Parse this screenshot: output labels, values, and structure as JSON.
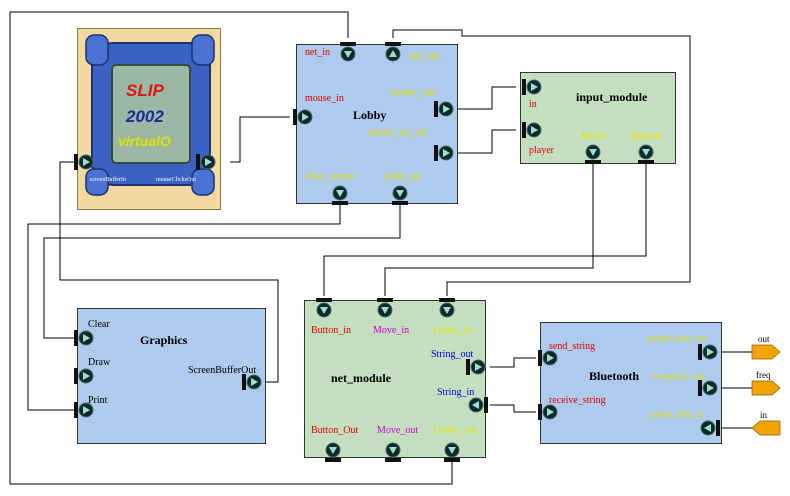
{
  "modules": {
    "device": {
      "screen_line1": "SLIP",
      "screen_line2": "2002",
      "screen_line3": "virtualO",
      "port_left": "screenBufferIn",
      "port_right": "mouseClicksOut"
    },
    "lobby": {
      "title": "Lobby",
      "ports": {
        "net_in": "net_in",
        "net_out": "net_out",
        "mouse_in": "mouse_in",
        "mouse_out": "mouse_out",
        "player_no_out": "player_no_out",
        "clear_screen": "clear_screen",
        "print_out": "print_out"
      }
    },
    "input_module": {
      "title": "input_module",
      "ports": {
        "in": "in",
        "player": "player",
        "move": "Move",
        "button": "Button"
      }
    },
    "graphics": {
      "title": "Graphics",
      "ports": {
        "clear": "Clear",
        "draw": "Draw",
        "print": "Print",
        "screen_buffer_out": "ScreenBufferOut"
      }
    },
    "net_module": {
      "title": "net_module",
      "ports": {
        "button_in": "Button_in",
        "move_in": "Move_in",
        "lobby_in": "Lobby_in",
        "string_out": "String_out",
        "string_in": "String_in",
        "button_out": "Button_Out",
        "move_out": "Move_out",
        "lobby_out": "Lobby_out"
      }
    },
    "bluetooth": {
      "title": "Bluetooth",
      "ports": {
        "send_string": "send_string",
        "receive_string": "receive_string",
        "packet_data_out": "packet_data_out",
        "frequency_out": "frequency_out",
        "packet_data_in": "packet_data_in"
      }
    }
  },
  "external_ports": {
    "out": "out",
    "freq": "freq",
    "in": "in"
  },
  "colors": {
    "module_blue": "#aecbee",
    "module_green": "#c4dfc0",
    "device_bg": "#f1d9a0",
    "port_red": "#e00000",
    "port_yellow": "#e6e000",
    "port_navy": "#0000cc",
    "port_magenta": "#d000d0",
    "external_port": "#f2a300"
  }
}
